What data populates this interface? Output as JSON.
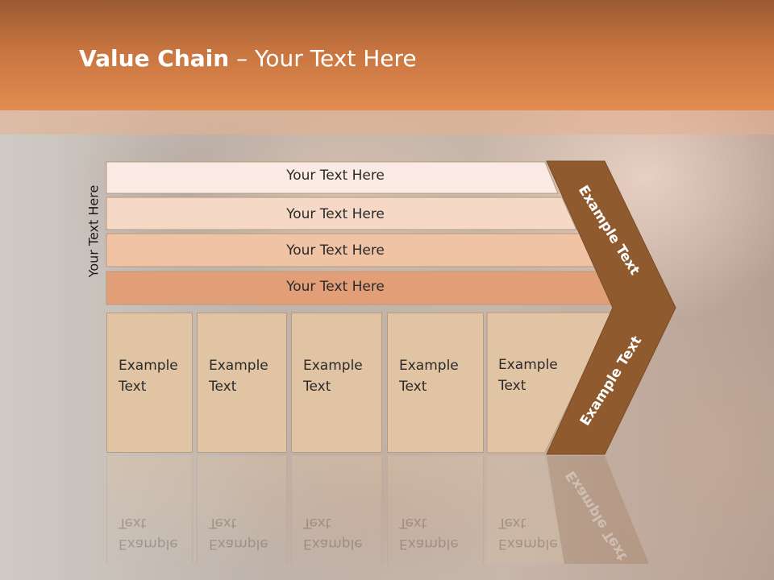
{
  "slide": {
    "title_bold": "Value Chain",
    "title_rest": " – Your Text Here",
    "side_label": "Your Text Here"
  },
  "rows": [
    {
      "label": "Your Text Here",
      "color": "#f9ebe4"
    },
    {
      "label": "Your Text Here",
      "color": "#f5d9c6"
    },
    {
      "label": "Your Text Here",
      "color": "#f0c3a5"
    },
    {
      "label": "Your Text Here",
      "color": "#e29f77"
    }
  ],
  "columns": [
    {
      "line1": "Example",
      "line2": "Text"
    },
    {
      "line1": "Example",
      "line2": "Text"
    },
    {
      "line1": "Example",
      "line2": "Text"
    },
    {
      "line1": "Example",
      "line2": "Text"
    },
    {
      "line1": "Example",
      "line2": "Text"
    }
  ],
  "arrow": {
    "upper_label": "Example Text",
    "lower_label": "Example Text",
    "color": "#8f5a2e"
  },
  "colors": {
    "header": "#d9824a",
    "column_fill": "#e1c4a4"
  }
}
